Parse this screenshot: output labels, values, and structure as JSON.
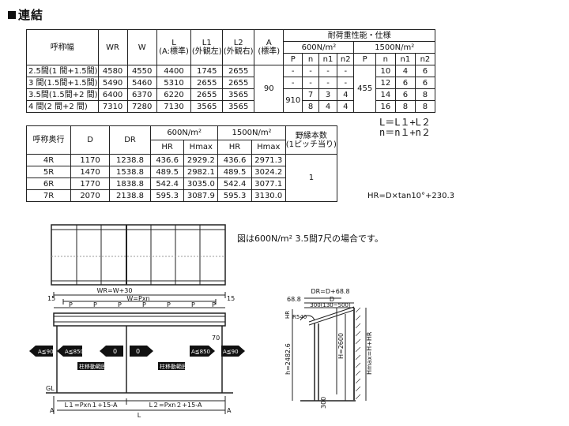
{
  "heading": "連結",
  "table1": {
    "h_name": "呼称幅",
    "h_wr": "WR",
    "h_w": "W",
    "h_l": "L",
    "h_l_sub": "(A:標準)",
    "h_l1": "L1",
    "h_l1_sub": "(外観左)",
    "h_l2": "L2",
    "h_l2_sub": "(外観右)",
    "h_a": "A",
    "h_a_sub": "(標準)",
    "h_perf": "耐荷重性能・仕様",
    "h_600": "600N/m²",
    "h_1500": "1500N/m²",
    "h_p": "P",
    "h_n": "n",
    "h_n1": "n1",
    "h_n2": "n2",
    "a_value": "90",
    "p600_merged": "910",
    "p1500_merged": "455",
    "rows": [
      {
        "name": "2.5間(1 間+1.5間)",
        "wr": "4580",
        "w": "4550",
        "l": "4400",
        "l1": "1745",
        "l2": "2655",
        "p600": "-",
        "n600": "-",
        "n1_600": "-",
        "n2_600": "-",
        "n1500": "10",
        "n1_1500": "4",
        "n2_1500": "6"
      },
      {
        "name": "3 間(1.5間+1.5間)",
        "wr": "5490",
        "w": "5460",
        "l": "5310",
        "l1": "2655",
        "l2": "2655",
        "p600": "-",
        "n600": "-",
        "n1_600": "-",
        "n2_600": "-",
        "n1500": "12",
        "n1_1500": "6",
        "n2_1500": "6"
      },
      {
        "name": "3.5間(1.5間+2 間)",
        "wr": "6400",
        "w": "6370",
        "l": "6220",
        "l1": "2655",
        "l2": "3565",
        "n600": "7",
        "n1_600": "3",
        "n2_600": "4",
        "n1500": "14",
        "n1_1500": "6",
        "n2_1500": "8"
      },
      {
        "name": "4 間(2 間+2 間)",
        "wr": "7310",
        "w": "7280",
        "l": "7130",
        "l1": "3565",
        "l2": "3565",
        "n600": "8",
        "n1_600": "4",
        "n2_600": "4",
        "n1500": "16",
        "n1_1500": "8",
        "n2_1500": "8"
      }
    ]
  },
  "table2": {
    "h_name": "呼称奥行",
    "h_d": "D",
    "h_dr": "DR",
    "h_600": "600N/m²",
    "h_1500": "1500N/m²",
    "h_hr": "HR",
    "h_hmax": "Hmax",
    "h_rafter": "野縁本数",
    "h_rafter_sub": "(1ピッチ当り)",
    "rafter_value": "1",
    "rows": [
      {
        "name": "4R",
        "d": "1170",
        "dr": "1238.8",
        "hr600": "436.6",
        "hmax600": "2929.2",
        "hr1500": "436.6",
        "hmax1500": "2971.3"
      },
      {
        "name": "5R",
        "d": "1470",
        "dr": "1538.8",
        "hr600": "489.5",
        "hmax600": "2982.1",
        "hr1500": "489.5",
        "hmax1500": "3024.2"
      },
      {
        "name": "6R",
        "d": "1770",
        "dr": "1838.8",
        "hr600": "542.4",
        "hmax600": "3035.0",
        "hr1500": "542.4",
        "hmax1500": "3077.1"
      },
      {
        "name": "7R",
        "d": "2070",
        "dr": "2138.8",
        "hr600": "595.3",
        "hmax600": "3087.9",
        "hr1500": "595.3",
        "hmax1500": "3130.0"
      }
    ]
  },
  "formula_line1": "L＝L１+L２",
  "formula_line2": "n＝n１+n２",
  "hr_formula": "HR=D×tan10°+230.3",
  "drawing_note": "図は600N/m² 3.5間7尺の場合です。",
  "drawing": {
    "wr_label": "WR=W+30",
    "w_label": "W=Pxn",
    "p": "P",
    "fifteen": "15",
    "a_le90": "A≦90",
    "a_le850": "A≦850",
    "zero": "0",
    "range_label": "柱移動範囲",
    "seventy": "70",
    "gl": "GL",
    "l1_formula": "L１=Pxn１+15-A",
    "l2_formula": "L２=Pxn２+15-A",
    "l": "L",
    "a": "A",
    "dr_label": "DR=D+68.8",
    "d": "D",
    "offset": "68.8",
    "three_hundred_range": "300(130~500)",
    "r540": "R540",
    "hr": "HR",
    "h2600": "H=2600",
    "h2482": "h=2482.6",
    "hmax_label": "Hmax=H+HR",
    "three_hundred": "300"
  }
}
